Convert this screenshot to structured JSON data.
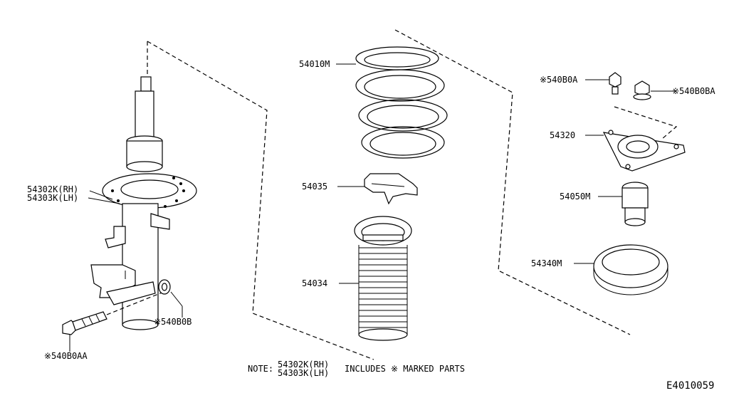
{
  "diagram_id": "E4010059",
  "note": {
    "prefix": "NOTE:",
    "line1": "54302K(RH)",
    "line2": "54303K(LH)",
    "suffix": "INCLUDES ※ MARKED PARTS"
  },
  "parts": {
    "strut_rh": "54302K(RH)",
    "strut_lh": "54303K(LH)",
    "spring": "54010M",
    "seat": "54035",
    "boot": "54034",
    "nut_a": "※540B0A",
    "nut_ba": "※540B0BA",
    "mount": "54320",
    "bumper": "54050M",
    "bearing": "54340M",
    "nut_b": "※540B0B",
    "bolt": "※540B0AA"
  }
}
